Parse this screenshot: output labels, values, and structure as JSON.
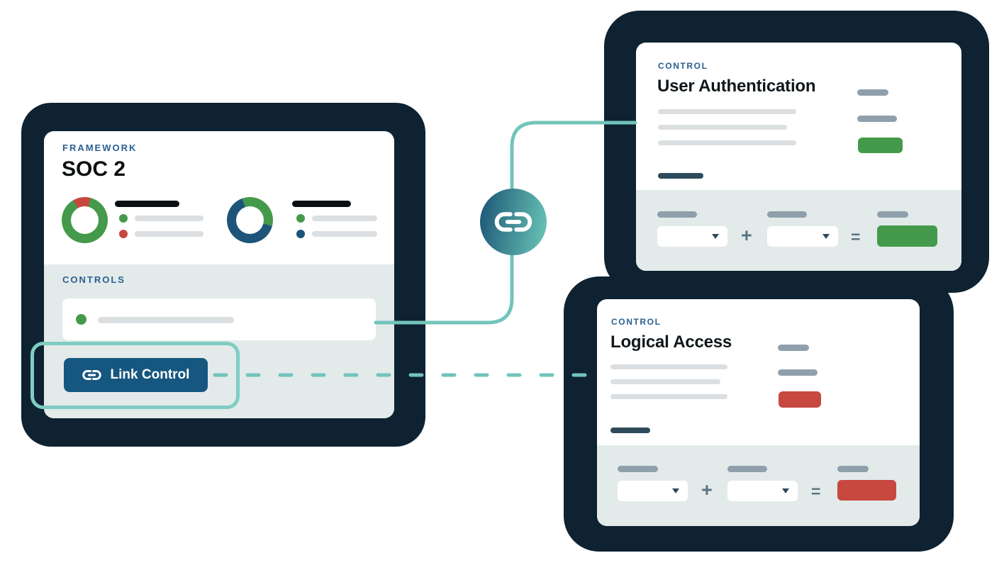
{
  "colors": {
    "navy": "#0e2231",
    "section_gray": "#e3eaea",
    "accent_teal": "#72c4ba",
    "highlight_teal": "#7ecdc3",
    "button_blue": "#15577f",
    "label_blue": "#2a6191",
    "green": "#449a4a",
    "red": "#c7483f",
    "donut_blue": "#1d547a"
  },
  "icons": {
    "link": "link-icon",
    "dropdown": "chevron-down-icon",
    "list_status": "status-dot"
  },
  "framework_card": {
    "eyebrow": "FRAMEWORK",
    "title": "SOC 2",
    "section_label": "CONTROLS",
    "link_button_label": "Link Control",
    "donut_charts": [
      {
        "name": "donut-status-1",
        "segments": [
          {
            "color": "#c7483f",
            "start": 0,
            "end": 15
          },
          {
            "color": "#449a4a",
            "start": 15,
            "end": 330
          },
          {
            "color": "#c7483f",
            "start": 330,
            "end": 360
          }
        ],
        "legend_dot_colors": [
          "#449a4a",
          "#c7483f"
        ]
      },
      {
        "name": "donut-status-2",
        "segments": [
          {
            "color": "#449a4a",
            "start": 0,
            "end": 105
          },
          {
            "color": "#1d547a",
            "start": 105,
            "end": 340
          },
          {
            "color": "#449a4a",
            "start": 340,
            "end": 360
          }
        ],
        "legend_dot_colors": [
          "#449a4a",
          "#1d547a"
        ]
      }
    ],
    "list_item_dot_color": "#449a4a"
  },
  "link_badge": {
    "icon": "link-icon"
  },
  "control_cards": [
    {
      "eyebrow": "CONTROL",
      "title": "User Authentication",
      "status_color": "#449a4a",
      "operator_plus": "+",
      "operator_equals": "="
    },
    {
      "eyebrow": "CONTROL",
      "title": "Logical Access",
      "status_color": "#c7483f",
      "operator_plus": "+",
      "operator_equals": "="
    }
  ]
}
